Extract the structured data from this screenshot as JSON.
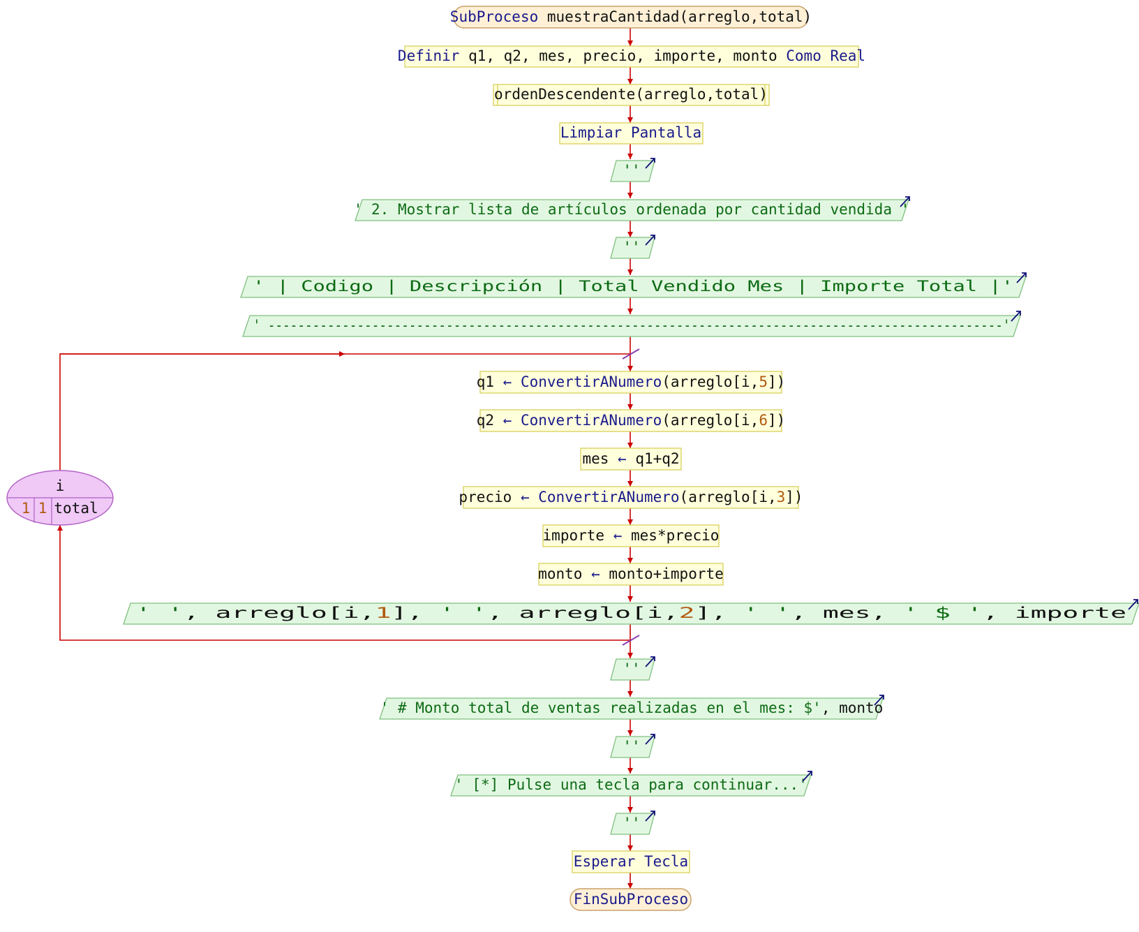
{
  "header": {
    "kw": "SubProceso",
    "signature": "muestraCantidad(arreglo,total)"
  },
  "define": {
    "kw": "Definir",
    "vars": "q1, q2, mes, precio, importe, monto",
    "como": "Como",
    "type": "Real"
  },
  "call": "ordenDescendente(arreglo,total)",
  "clear": {
    "kw1": "Limpiar",
    "kw2": "Pantalla"
  },
  "blank_output": "''",
  "title_output": "' 2. Mostrar lista de artículos ordenada por cantidad vendida '",
  "header_output": "' |       Codigo       |       Descripción       |    Total Vendido Mes    |    Importe Total    |'",
  "separator_output": "' ---------------------------------------------------------------------------------------------------'",
  "loop": {
    "var": "i",
    "start": "1",
    "step": "1",
    "end": "total"
  },
  "body": [
    {
      "target": "q1",
      "arrow": "←",
      "func": "ConvertirANumero",
      "args_pre": "(arreglo[i,",
      "num": "5",
      "args_post": "])"
    },
    {
      "target": "q2",
      "arrow": "←",
      "func": "ConvertirANumero",
      "args_pre": "(arreglo[i,",
      "num": "6",
      "args_post": "])"
    },
    {
      "target": "mes",
      "arrow": "←",
      "expr": "q1+q2"
    },
    {
      "target": "precio",
      "arrow": "←",
      "func": "ConvertirANumero",
      "args_pre": "(arreglo[i,",
      "num": "3",
      "args_post": "])"
    },
    {
      "target": "importe",
      "arrow": "←",
      "expr": "mes*precio"
    },
    {
      "target": "monto",
      "arrow": "←",
      "expr": "monto+importe"
    }
  ],
  "row_output": {
    "s1": "'        '",
    "p1": ", arreglo[i,",
    "n1": "1",
    "p2": "], ",
    "s2": "'               '",
    "p3": ", arreglo[i,",
    "n2": "2",
    "p4": "], ",
    "s3": "'                      '",
    "p5": ", mes, ",
    "s4": "'                      $ '",
    "p6": ", importe"
  },
  "total_output": {
    "s": "' # Monto total de ventas realizadas en el mes: $'",
    "rest": ", monto"
  },
  "press_output": "' [*] Pulse una tecla para continuar...'",
  "wait": {
    "kw1": "Esperar",
    "kw2": "Tecla"
  },
  "footer": "FinSubProceso"
}
